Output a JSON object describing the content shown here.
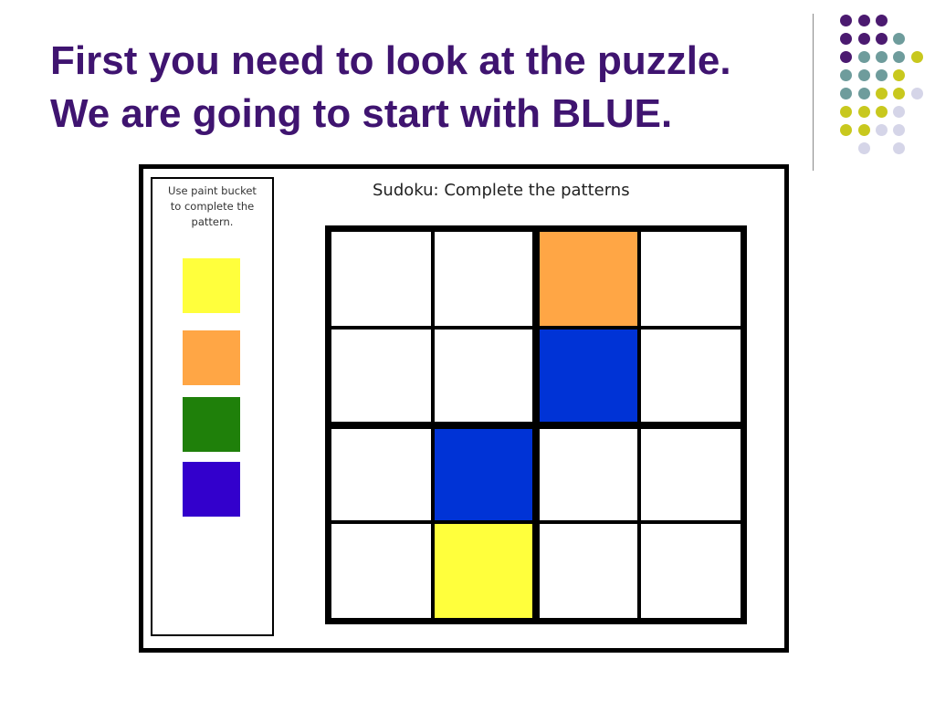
{
  "slide": {
    "title_line1": "First you need to look at the puzzle.",
    "title_line2": "We are going to start with BLUE."
  },
  "palette": {
    "instructions_line1": "Use paint bucket",
    "instructions_line2": "to complete the",
    "instructions_line3": "pattern.",
    "swatches": [
      {
        "name": "yellow",
        "color": "#ffff3c"
      },
      {
        "name": "orange",
        "color": "#ffa645"
      },
      {
        "name": "green",
        "color": "#1f800a"
      },
      {
        "name": "blue",
        "color": "#3300cc"
      }
    ]
  },
  "puzzle": {
    "title": "Sudoku: Complete the patterns",
    "grid": [
      [
        "#ffffff",
        "#ffffff",
        "#ffa645",
        "#ffffff"
      ],
      [
        "#ffffff",
        "#ffffff",
        "#0033d6",
        "#ffffff"
      ],
      [
        "#ffffff",
        "#0033d6",
        "#ffffff",
        "#ffffff"
      ],
      [
        "#ffffff",
        "#ffff3c",
        "#ffffff",
        "#ffffff"
      ]
    ]
  },
  "theme": {
    "title_color": "#3f1470",
    "dot_colors": {
      "purple": "#4b1a70",
      "teal": "#6e9c9c",
      "yellow": "#c8c81e",
      "lavender": "#d5d5e8"
    }
  }
}
